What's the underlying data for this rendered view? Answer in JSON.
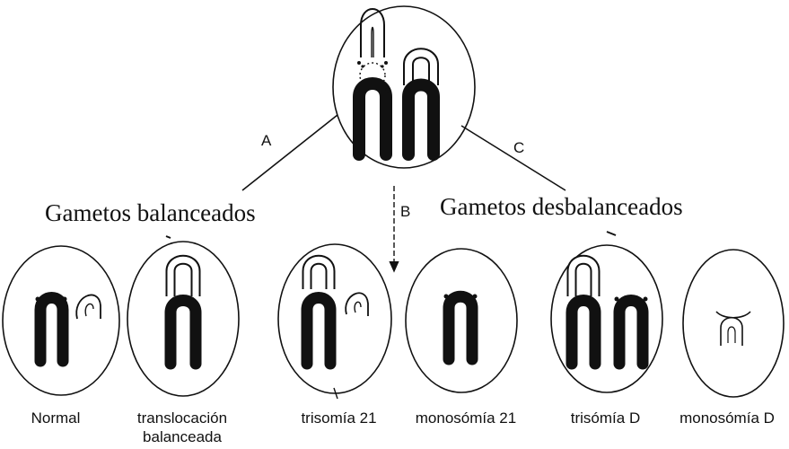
{
  "branches": {
    "a": "A",
    "b": "B",
    "c": "C"
  },
  "headings": {
    "balanced": "Gametos balanceados",
    "unbalanced": "Gametos desbalanceados"
  },
  "captions": {
    "normal": "Normal",
    "translocation_line1": "translocación",
    "translocation_line2": "balanceada",
    "trisomy21": "trisomía 21",
    "monosomy21": "monosómía 21",
    "trisomyD": "trisómía D",
    "monosomyD": "monosómía D"
  },
  "colors": {
    "ink": "#111111",
    "background": "#ffffff"
  }
}
